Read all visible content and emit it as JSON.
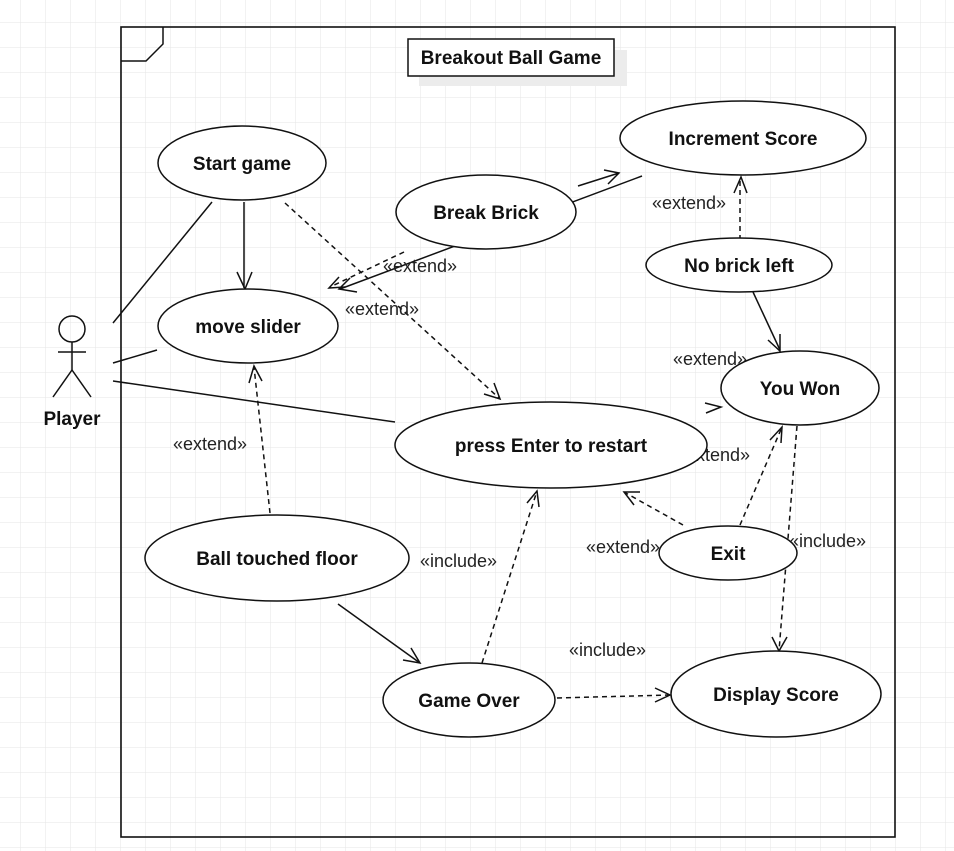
{
  "diagram": {
    "type": "uml-use-case",
    "system_title": "Breakout Ball Game",
    "actor": {
      "id": "player",
      "label": "Player"
    },
    "use_cases": [
      {
        "id": "start_game",
        "label": "Start game"
      },
      {
        "id": "break_brick",
        "label": "Break Brick"
      },
      {
        "id": "increment_score",
        "label": "Increment Score"
      },
      {
        "id": "move_slider",
        "label": "move slider"
      },
      {
        "id": "no_brick_left",
        "label": "No brick left"
      },
      {
        "id": "you_won",
        "label": "You Won"
      },
      {
        "id": "press_enter",
        "label": "press Enter to restart"
      },
      {
        "id": "ball_touched_floor",
        "label": "Ball touched floor"
      },
      {
        "id": "exit",
        "label": "Exit"
      },
      {
        "id": "game_over",
        "label": "Game Over"
      },
      {
        "id": "display_score",
        "label": "Display Score"
      }
    ],
    "relations": [
      {
        "from": "player",
        "to": "start_game",
        "kind": "association",
        "label": ""
      },
      {
        "from": "player",
        "to": "move_slider",
        "kind": "association",
        "label": ""
      },
      {
        "from": "player",
        "to": "press_enter",
        "kind": "association",
        "label": ""
      },
      {
        "from": "start_game",
        "to": "move_slider",
        "kind": "directed",
        "label": ""
      },
      {
        "from": "start_game",
        "to": "press_enter",
        "kind": "dependency",
        "label": "«extend»"
      },
      {
        "from": "increment_score",
        "to": "move_slider",
        "kind": "directed",
        "label": ""
      },
      {
        "from": "break_brick",
        "to": "move_slider",
        "kind": "dependency",
        "label": "«extend»"
      },
      {
        "from": "move_slider",
        "to": "increment_score",
        "kind": "directed-stub",
        "label": ""
      },
      {
        "from": "no_brick_left",
        "to": "increment_score",
        "kind": "dependency",
        "label": "«extend»"
      },
      {
        "from": "no_brick_left",
        "to": "you_won",
        "kind": "directed",
        "label": ""
      },
      {
        "from": "press_enter",
        "to": "you_won",
        "kind": "directed-stub",
        "label": "«extend»"
      },
      {
        "from": "ball_touched_floor",
        "to": "move_slider",
        "kind": "dependency",
        "label": "«extend»"
      },
      {
        "from": "ball_touched_floor",
        "to": "game_over",
        "kind": "directed",
        "label": ""
      },
      {
        "from": "game_over",
        "to": "press_enter",
        "kind": "dependency",
        "label": "«include»"
      },
      {
        "from": "game_over",
        "to": "display_score",
        "kind": "dependency",
        "label": "«include»"
      },
      {
        "from": "exit",
        "to": "press_enter",
        "kind": "dependency",
        "label": "«extend»"
      },
      {
        "from": "exit",
        "to": "you_won",
        "kind": "dependency",
        "label": "«extend»"
      },
      {
        "from": "you_won",
        "to": "display_score",
        "kind": "dependency",
        "label": "«include»"
      }
    ]
  }
}
